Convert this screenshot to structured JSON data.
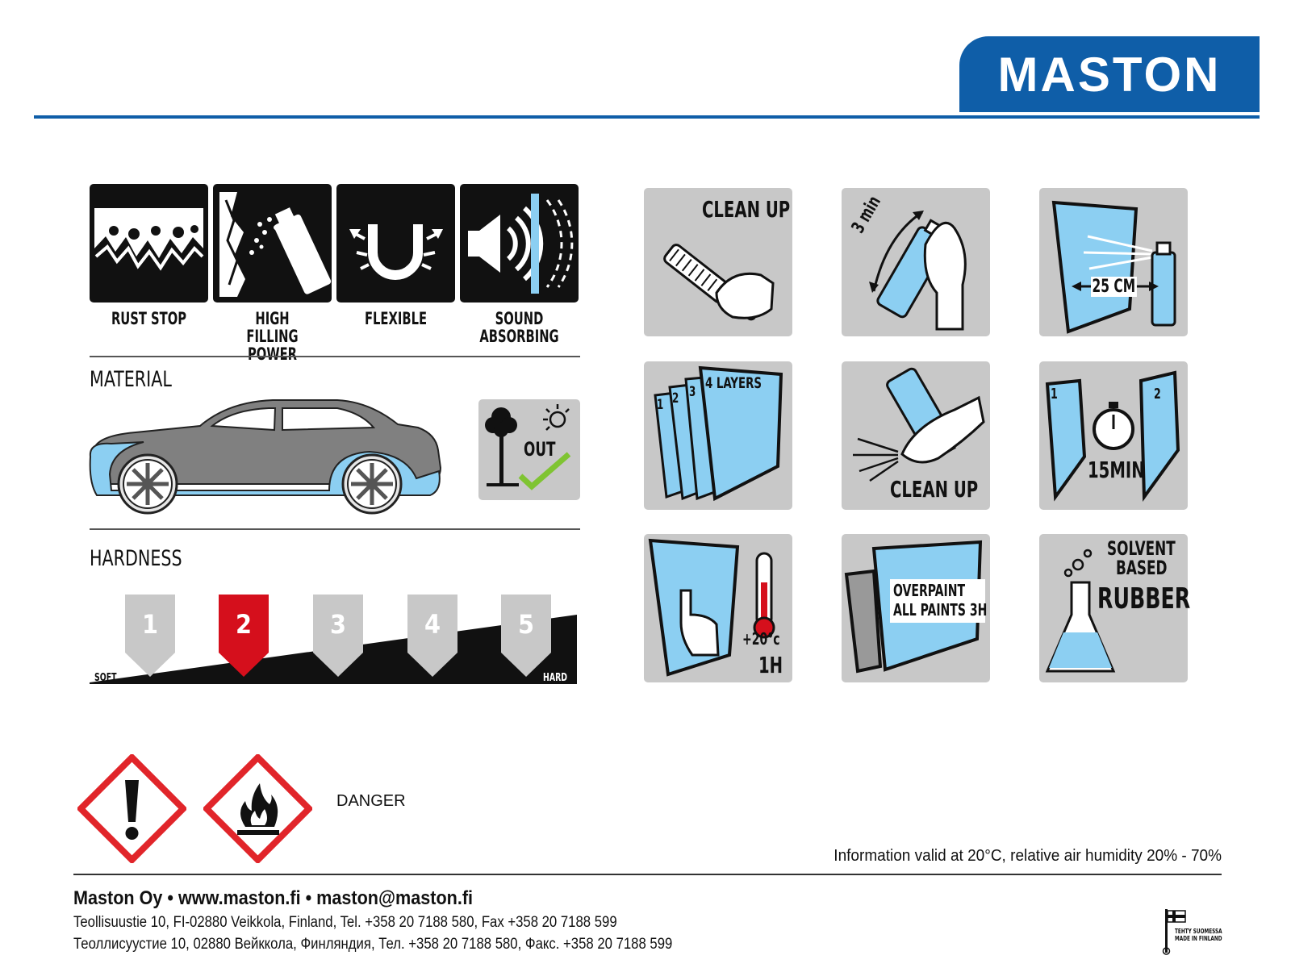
{
  "brand": {
    "logo": "MASTON",
    "color": "#0f5ea8"
  },
  "features": [
    {
      "label": "RUST STOP",
      "icon": "rust-stop-icon"
    },
    {
      "label": "HIGH FILLING POWER",
      "icon": "high-filling-power-icon"
    },
    {
      "label": "FLEXIBLE",
      "icon": "flexible-icon"
    },
    {
      "label": "SOUND ABSORBING",
      "icon": "sound-absorbing-icon"
    }
  ],
  "material": {
    "title": "MATERIAL",
    "badge": "OUT"
  },
  "hardness": {
    "title": "HARDNESS",
    "levels": [
      "1",
      "2",
      "3",
      "4",
      "5"
    ],
    "selected": 2,
    "soft_label": "SOFT",
    "hard_label": "HARD",
    "selected_color": "#d50f1c"
  },
  "instructions": {
    "clean_up_1": "CLEAN UP",
    "shake": "3 min",
    "distance": "25 CM",
    "layers": "4 LAYERS",
    "layer_numbers": [
      "1",
      "2",
      "3"
    ],
    "clean_up_2": "CLEAN UP",
    "wait_numbers": [
      "1",
      "2"
    ],
    "wait_time": "15MIN",
    "temperature": "+20°c",
    "dry_time": "1H",
    "overpaint_1": "OVERPAINT",
    "overpaint_2": "ALL PAINTS 3H",
    "solvent_1": "SOLVENT",
    "solvent_2": "BASED",
    "rubber": "RUBBER"
  },
  "hazard": {
    "text": "DANGER"
  },
  "footer": {
    "info": "Information valid at 20°C, relative air humidity 20% - 70%",
    "company": "Maston Oy  •  www.maston.fi  •  maston@maston.fi",
    "address_fi": "Teollisuustie 10, FI-02880 Veikkola, Finland, Tel. +358 20 7188 580, Fax +358 20 7188 599",
    "address_ru": "Теоллисуустие 10, 02880 Вейккола, Финляндия, Тел. +358 20 7188 580, Факс. +358 20 7188 599",
    "made_in_1": "TEHTY SUOMESSA",
    "made_in_2": "MADE IN FINLAND"
  }
}
